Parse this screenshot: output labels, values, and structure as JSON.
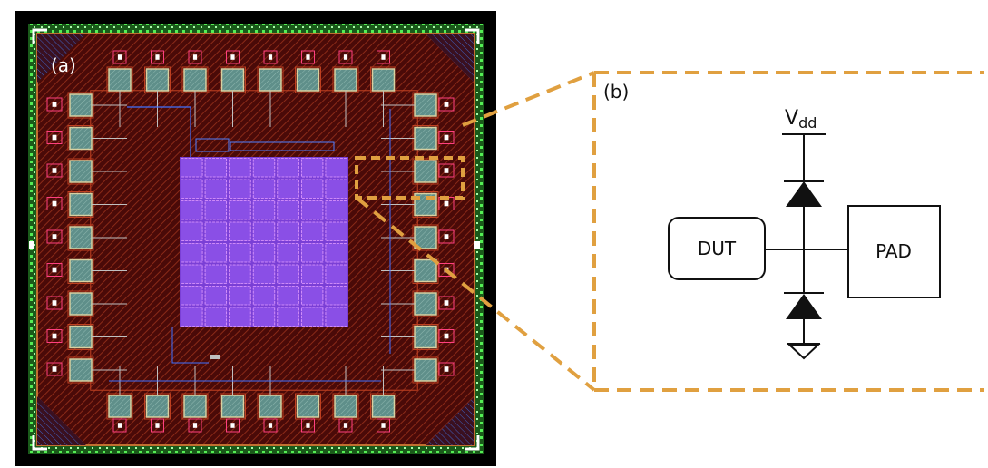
{
  "figure": {
    "panel_a": {
      "label": "(a)"
    },
    "panel_b": {
      "label": "(b)",
      "supply_main": "V",
      "supply_sub": "dd",
      "dut_label": "DUT",
      "pad_label": "PAD"
    }
  },
  "layout": {
    "pads_top": 8,
    "pads_bottom": 8,
    "pads_left": 9,
    "pads_right": 9,
    "core_array_cols": 7,
    "core_array_rows": 8
  },
  "colors": {
    "background": "#000000",
    "die_fill": "#4a0a08",
    "hatch": "#8a2a18",
    "seal_ring": "#33cc33",
    "pad_fill": "#5f8f8a",
    "pad_border": "#d8d0a0",
    "core_array": "#7a3fd6",
    "core_grid": "#e6a0ff",
    "callout_dash": "#e0a040",
    "schematic_line": "#111111"
  },
  "icons": {
    "diode": "diode-icon",
    "ground": "ground-icon"
  }
}
